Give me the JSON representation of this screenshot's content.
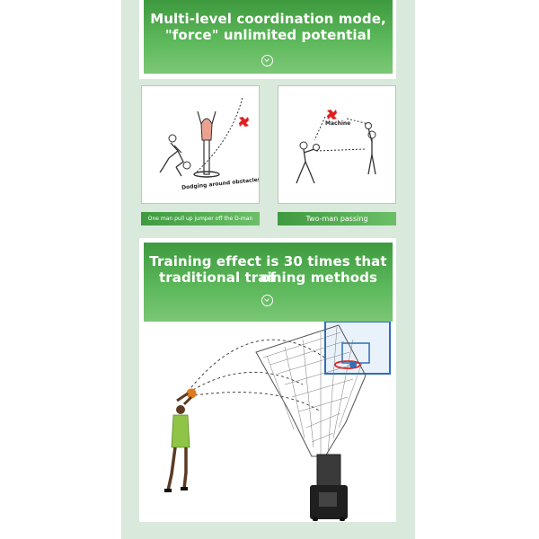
{
  "section1": {
    "title_line1": "Multi-level coordination mode,",
    "title_line2": "\"force\" unlimited potential"
  },
  "card_left": {
    "diagram_label": "Dodging around obstacles",
    "caption": "One man pull up jumper off the D-man"
  },
  "card_right": {
    "machine_label": "Machine",
    "caption": "Two-man passing"
  },
  "section2": {
    "title_line1": "Training effect is 30 times that of",
    "title_line2": "traditional training methods"
  },
  "colors": {
    "green_dark": "#3f9a3f",
    "green_light": "#7cc777",
    "strip": "#d9e9dc",
    "marker_red": "#e02020",
    "ball_orange": "#e07a1f",
    "jersey_green": "#8fc446"
  },
  "icons": [
    "chevron-down-icon",
    "machine-marker-icon"
  ]
}
